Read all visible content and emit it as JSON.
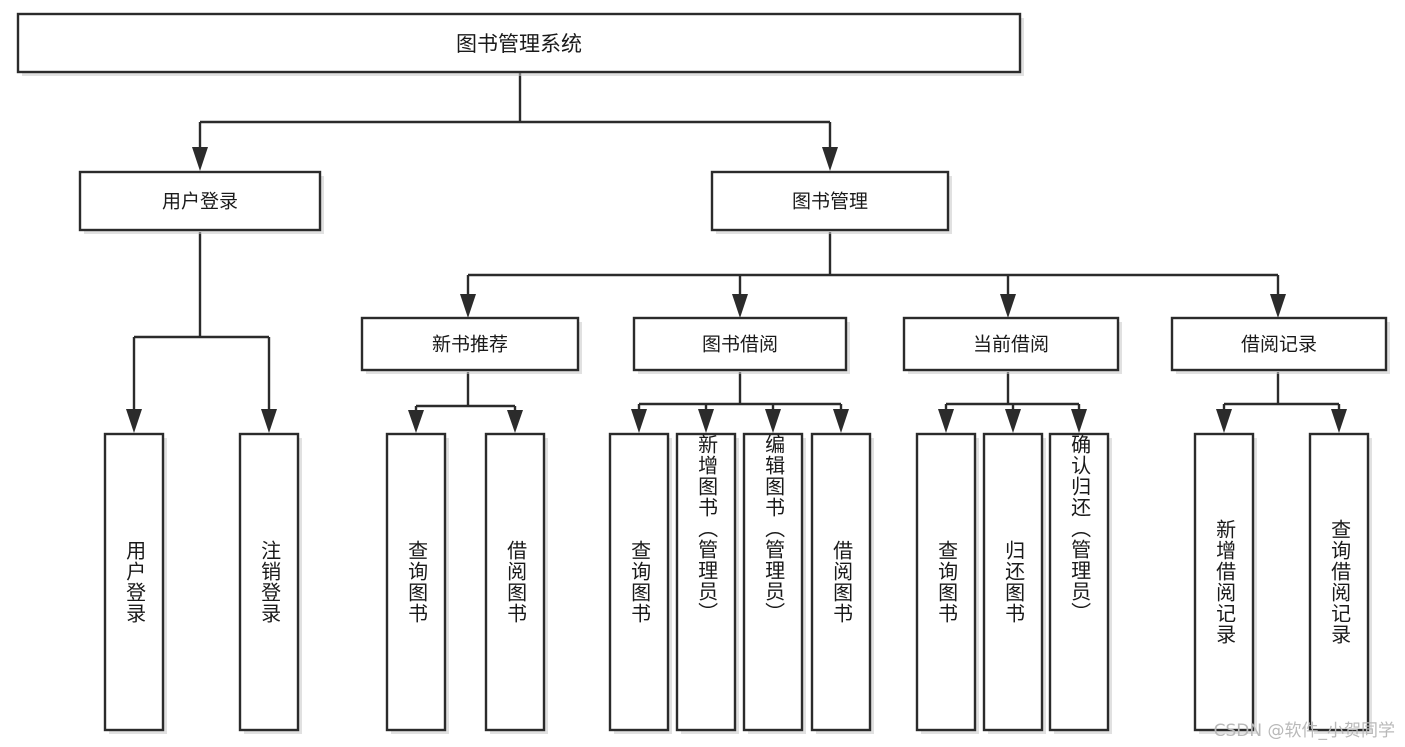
{
  "diagram": {
    "title_node": {
      "label": "图书管理系统"
    },
    "level1": [
      {
        "label": "用户登录"
      },
      {
        "label": "图书管理"
      }
    ],
    "level2": [
      {
        "label": "新书推荐"
      },
      {
        "label": "图书借阅"
      },
      {
        "label": "当前借阅"
      },
      {
        "label": "借阅记录"
      }
    ],
    "leaves": {
      "user_login": [
        {
          "label": "用户登录"
        },
        {
          "label": "注销登录"
        }
      ],
      "new_book": [
        {
          "label": "查询图书"
        },
        {
          "label": "借阅图书"
        }
      ],
      "book_borrow": [
        {
          "label": "查询图书"
        },
        {
          "label": "新增图书（管理员）"
        },
        {
          "label": "编辑图书（管理员）"
        },
        {
          "label": "借阅图书"
        }
      ],
      "current_borrow": [
        {
          "label": "查询图书"
        },
        {
          "label": "归还图书"
        },
        {
          "label": "确认归还（管理员）"
        }
      ],
      "borrow_record": [
        {
          "label": "新增借阅记录"
        },
        {
          "label": "查询借阅记录"
        }
      ]
    }
  },
  "watermark": {
    "text": "CSDN @软件_小贺同学"
  },
  "colors": {
    "box_border": "#2b2b2b",
    "box_fill": "#ffffff",
    "line": "#2b2b2b",
    "text": "#1a1a1a",
    "watermark": "#b9b9b9",
    "background": "#ffffff"
  }
}
